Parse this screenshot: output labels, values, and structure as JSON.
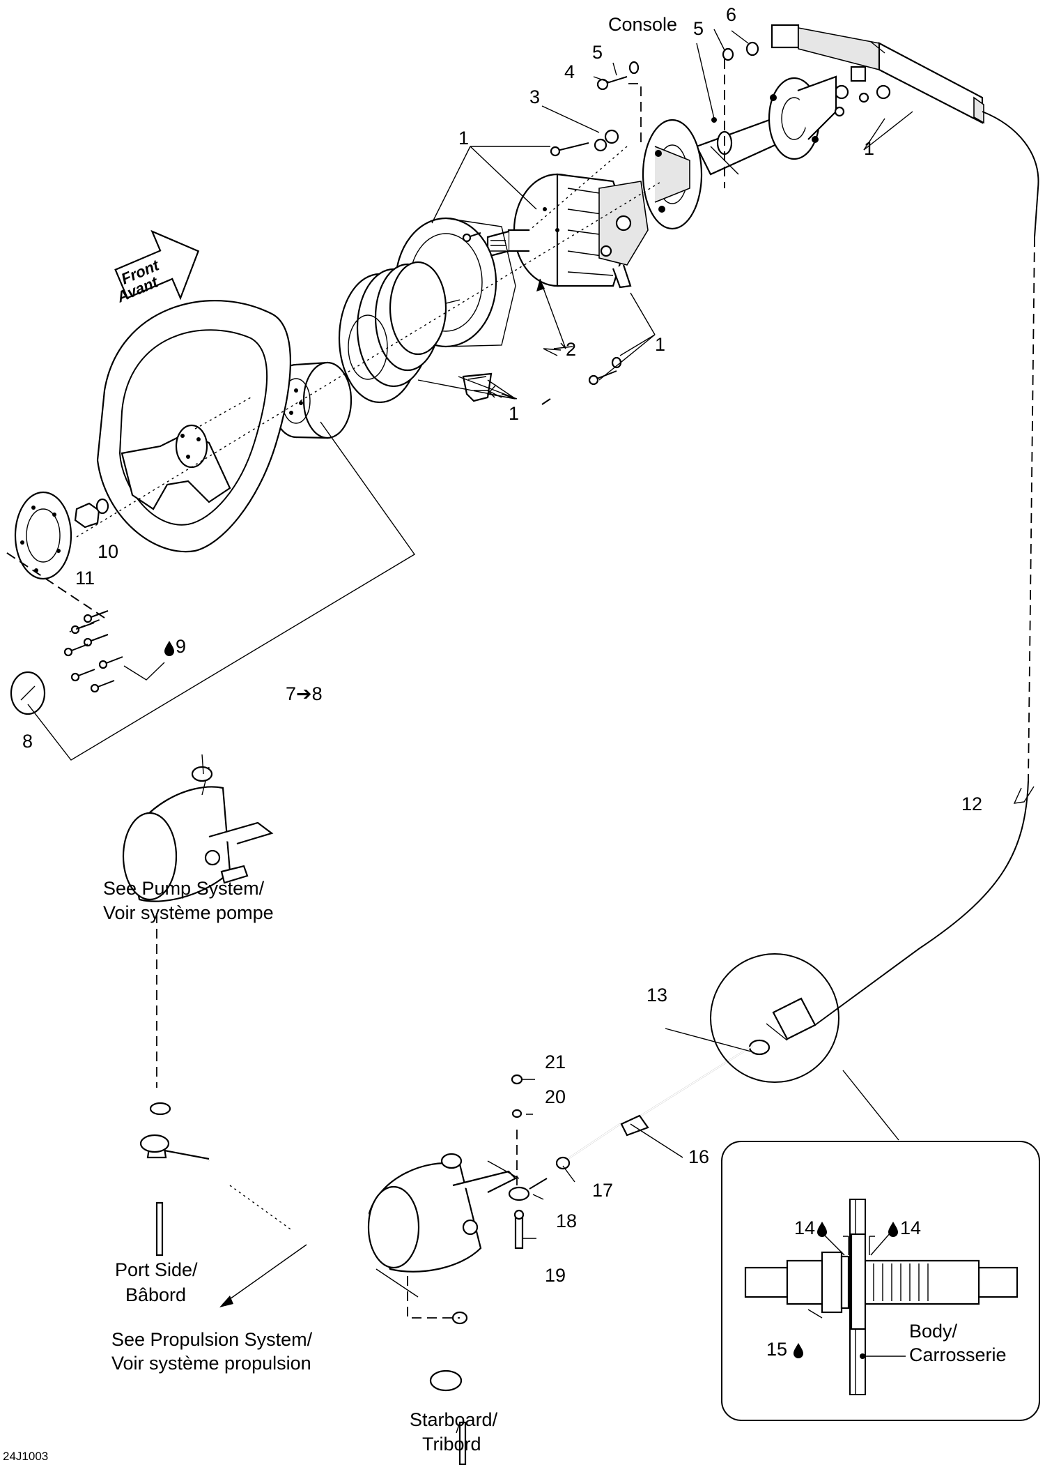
{
  "labels": {
    "console": "Console",
    "front": "Front",
    "avant": "Avant",
    "n1": "1",
    "n2": "2",
    "n3": "3",
    "n4": "4",
    "n5": "5",
    "n6": "6",
    "n7_8": "7➔8",
    "n8": "8",
    "n9": "9",
    "n10": "10",
    "n11": "11",
    "n12": "12",
    "n13": "13",
    "n14": "14",
    "n15": "15",
    "n16": "16",
    "n17": "17",
    "n18": "18",
    "n19": "19",
    "n20": "20",
    "n21": "21",
    "pump_1": "See Pump System/",
    "pump_2": "Voir système pompe",
    "port_1": "Port Side/",
    "port_2": "Bâbord",
    "prop_1": "See Propulsion System/",
    "prop_2": "Voir système propulsion",
    "star_1": "Starboard/",
    "star_2": "Tribord",
    "body_1": "Body/",
    "body_2": "Carrosserie",
    "drawing_code": "24J1003"
  },
  "icons": {
    "lubricant": "oil-drop-icon",
    "arrow": "front-arrow-icon"
  }
}
